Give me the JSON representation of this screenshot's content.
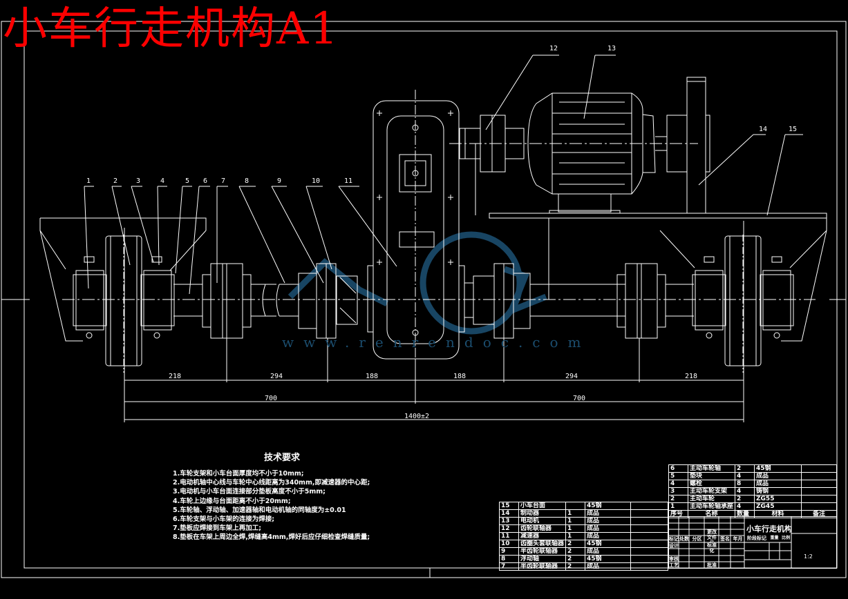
{
  "drawing": {
    "title": "小车行走机构A1",
    "title_color": "#ff0000",
    "line_color": "#ffffff",
    "watermark_color": "#1b4d6e",
    "watermark_text": "www.renrendoc.com"
  },
  "callouts": [
    "1",
    "2",
    "3",
    "4",
    "5",
    "6",
    "7",
    "8",
    "9",
    "10",
    "11",
    "12",
    "13",
    "14",
    "15"
  ],
  "dimensions": {
    "segments": [
      "218",
      "294",
      "188",
      "188",
      "294",
      "218"
    ],
    "halves": [
      "700",
      "700"
    ],
    "total": "1400±2"
  },
  "tech_requirements": {
    "title": "技术要求",
    "items": [
      "1.车轮支架和小车台面厚度均不小于10mm;",
      "2.电动机轴中心线与车轮中心线距离为340mm,即减速器的中心距;",
      "3.电动机与小车台面连接部分垫板高度不小于5mm;",
      "4.车轮上边缘与台面距离不小于20mm;",
      "5.车轮轴、浮动轴、加速器轴和电动机轴的同轴度为±0.01",
      "6.车轮支架与小车架的连接为焊接;",
      "7.垫板应焊接到车架上再加工;",
      "8.垫板在车架上周边全焊,焊缝高4mm,焊好后应仔细检查焊缝质量;"
    ]
  },
  "bom_left": [
    {
      "no": "15",
      "name": "小车台面",
      "qty": "",
      "material": "45钢"
    },
    {
      "no": "14",
      "name": "制动器",
      "qty": "1",
      "material": "成品"
    },
    {
      "no": "13",
      "name": "电动机",
      "qty": "1",
      "material": "成品"
    },
    {
      "no": "12",
      "name": "齿轮联轴器",
      "qty": "1",
      "material": "成品"
    },
    {
      "no": "11",
      "name": "减速器",
      "qty": "1",
      "material": "成品"
    },
    {
      "no": "10",
      "name": "齿圈头套联轴器",
      "qty": "2",
      "material": "45钢"
    },
    {
      "no": "9",
      "name": "半齿轮联轴器",
      "qty": "2",
      "material": "成品"
    },
    {
      "no": "8",
      "name": "浮动轴",
      "qty": "2",
      "material": "45钢"
    },
    {
      "no": "7",
      "name": "半齿轮联轴器",
      "qty": "2",
      "material": "成品"
    }
  ],
  "bom_right": [
    {
      "no": "6",
      "name": "主动车轮轴",
      "qty": "2",
      "material": "45钢"
    },
    {
      "no": "5",
      "name": "垫块",
      "qty": "4",
      "material": "成品"
    },
    {
      "no": "4",
      "name": "螺栓",
      "qty": "8",
      "material": "成品"
    },
    {
      "no": "3",
      "name": "主动车轮支架",
      "qty": "4",
      "material": "铸钢"
    },
    {
      "no": "2",
      "name": "主动车轮",
      "qty": "2",
      "material": "ZG55"
    },
    {
      "no": "1",
      "name": "主动车轮轴承座",
      "qty": "4",
      "material": "ZG45"
    }
  ],
  "bom_header": {
    "no": "序号",
    "name": "名称",
    "qty": "数量",
    "material": "材料",
    "remark": "备注"
  },
  "title_block": {
    "drawing_name": "小车行走机构",
    "scale": "1:2",
    "labels": [
      "标记",
      "处数",
      "分区",
      "更改文件号",
      "签名",
      "年月日",
      "设计",
      "标准化",
      "审核",
      "工艺",
      "批准",
      "阶段标记",
      "重量",
      "比例"
    ]
  }
}
